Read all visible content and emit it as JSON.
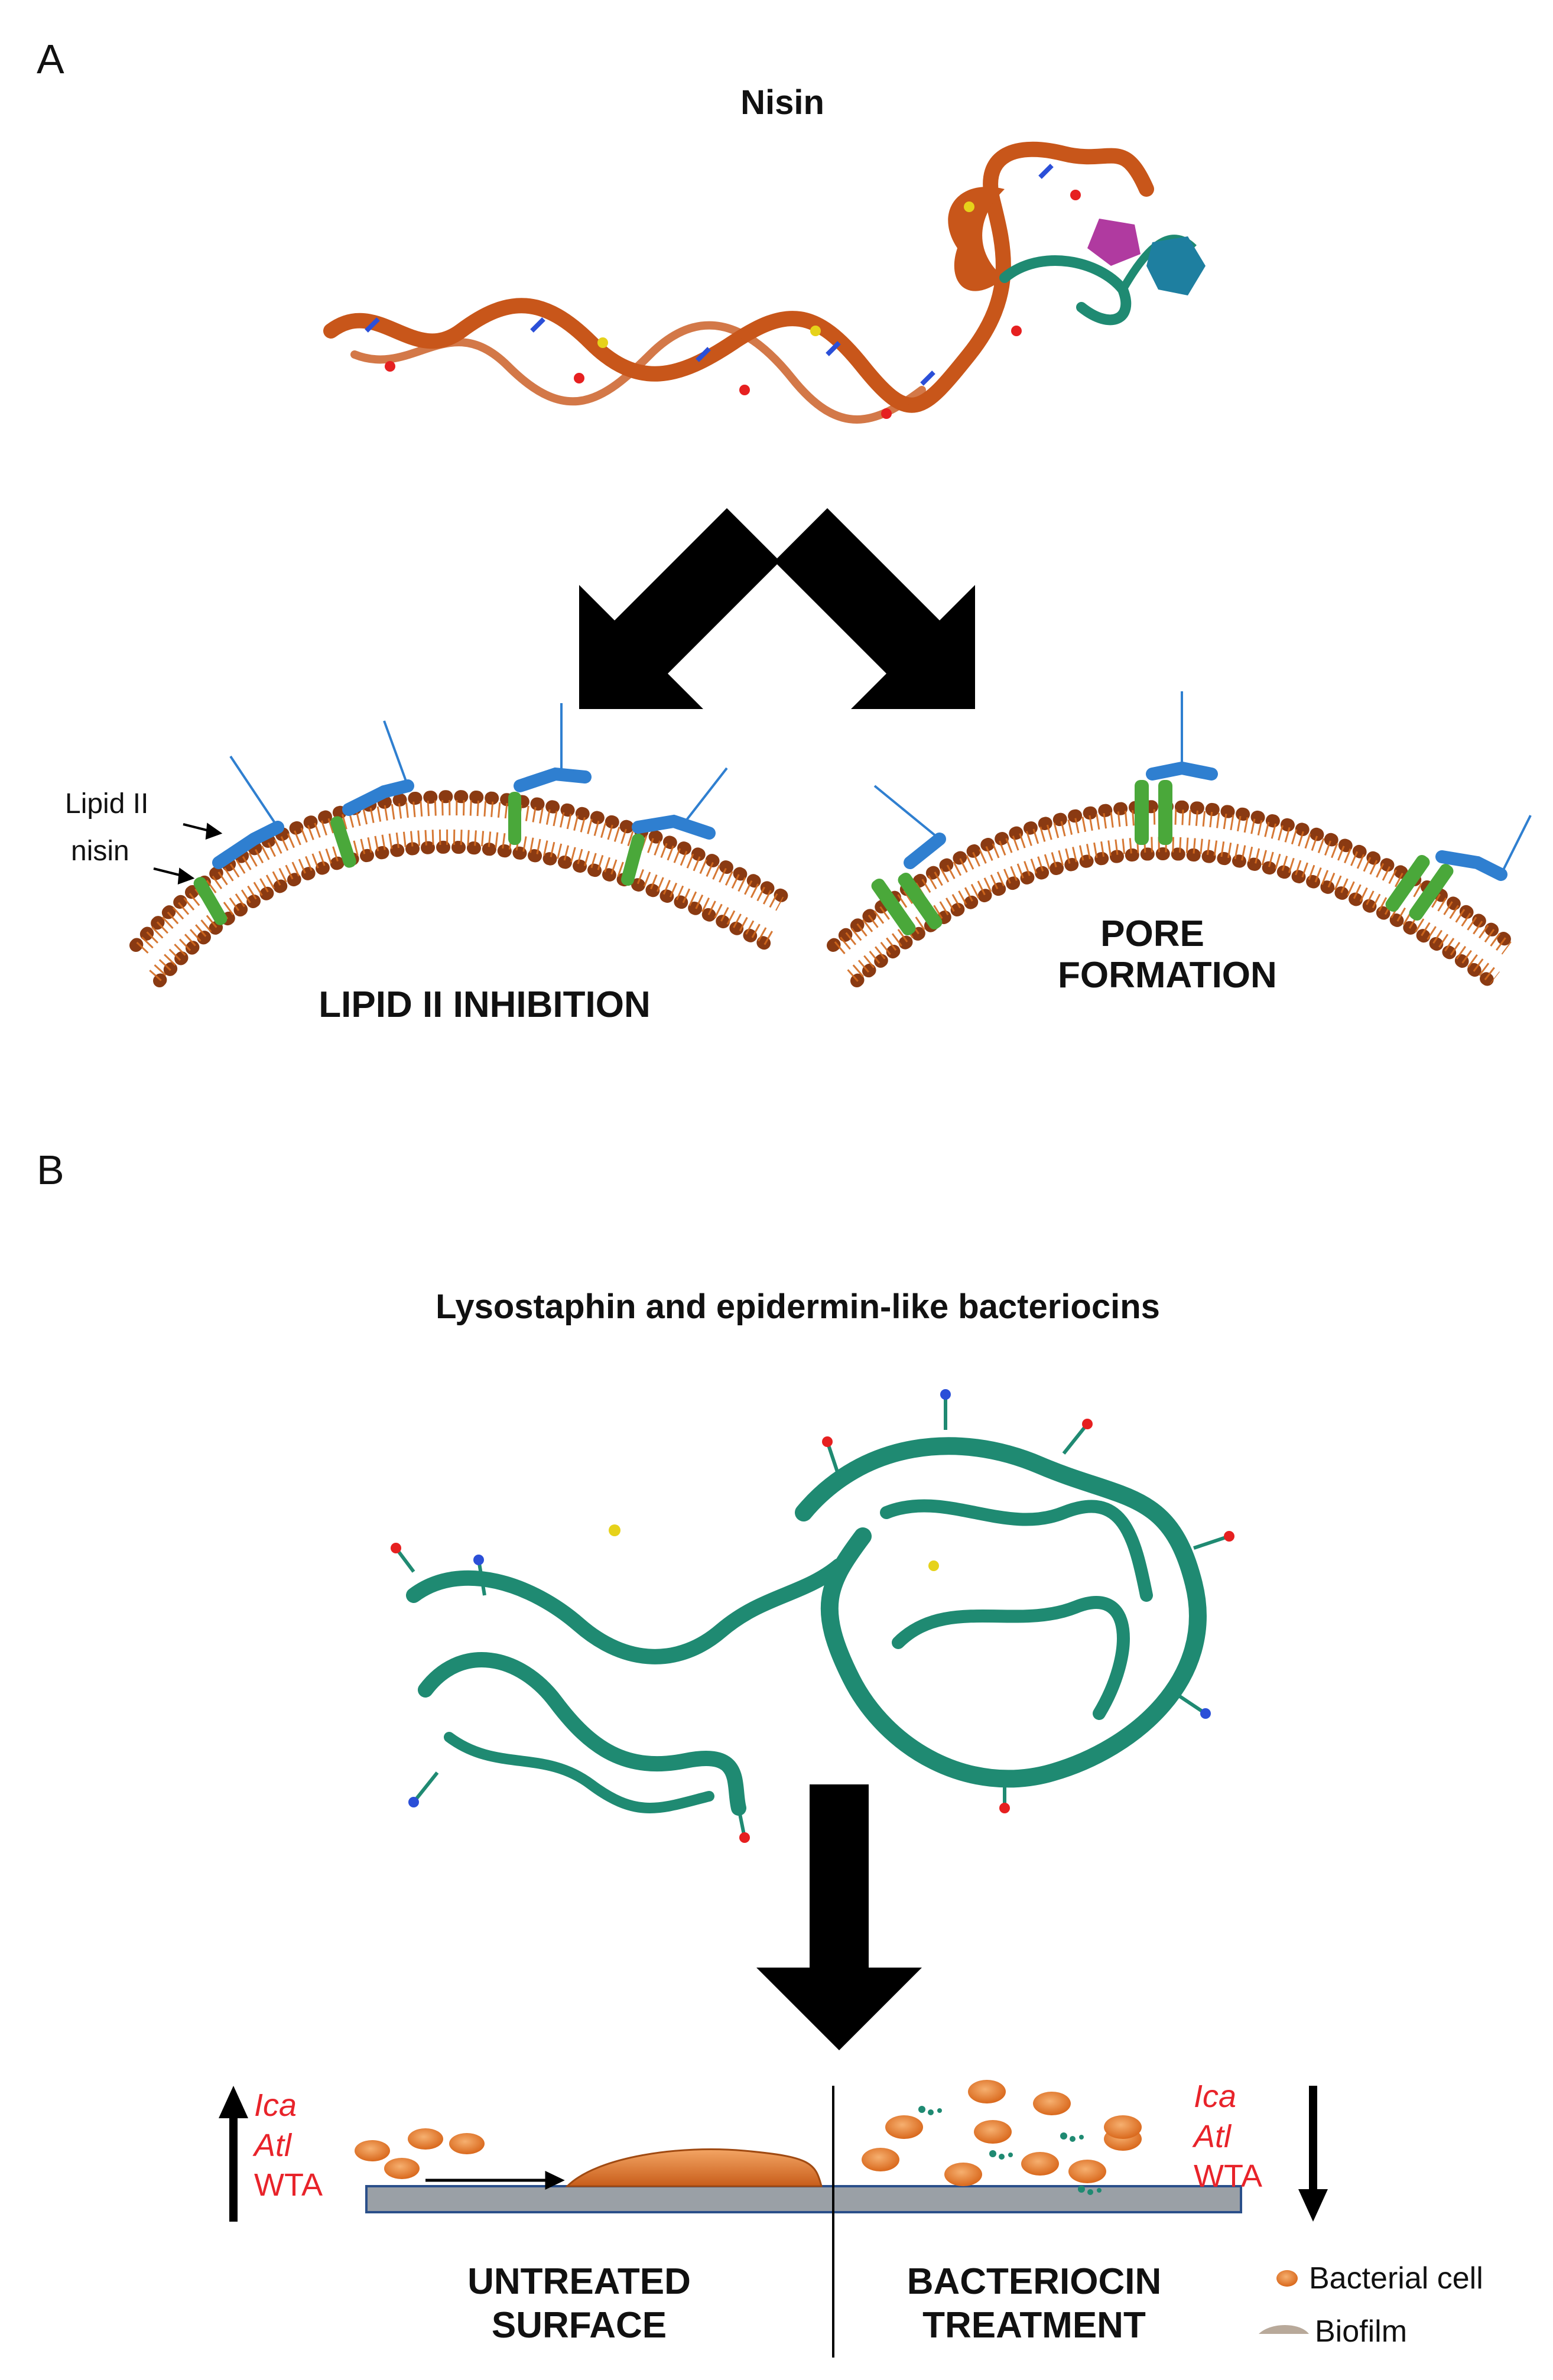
{
  "panel_a": {
    "letter": "A",
    "title": "Nisin",
    "annotation_lipid": "Lipid II",
    "annotation_nisin": "nisin",
    "left_label": "LIPID II INHIBITION",
    "right_label_line1": "PORE",
    "right_label_line2": "FORMATION"
  },
  "panel_b": {
    "letter": "B",
    "title": "Lysostaphin and epidermin-like bacteriocins",
    "left_genes": [
      "Ica",
      "Atl",
      "WTA"
    ],
    "right_genes": [
      "Ica",
      "Atl",
      "WTA"
    ],
    "untreated_line1": "UNTREATED",
    "untreated_line2": "SURFACE",
    "treatment_line1": "BACTERIOCIN",
    "treatment_line2": "TREATMENT"
  },
  "legend": {
    "cell_label": "Bacterial cell",
    "biofilm_label": "Biofilm"
  },
  "colors": {
    "nisin_backbone": "#c8561a",
    "lipid_head": "#8a3a12",
    "lipid_tail": "#d2691e",
    "nisin_green": "#4aa83a",
    "lipid2_blue": "#2f7fd0",
    "protein_teal": "#1f8a72",
    "gene_red": "#e8232a",
    "surface_grey": "#9aa0a6",
    "cell_orange": "#e07a2a"
  }
}
